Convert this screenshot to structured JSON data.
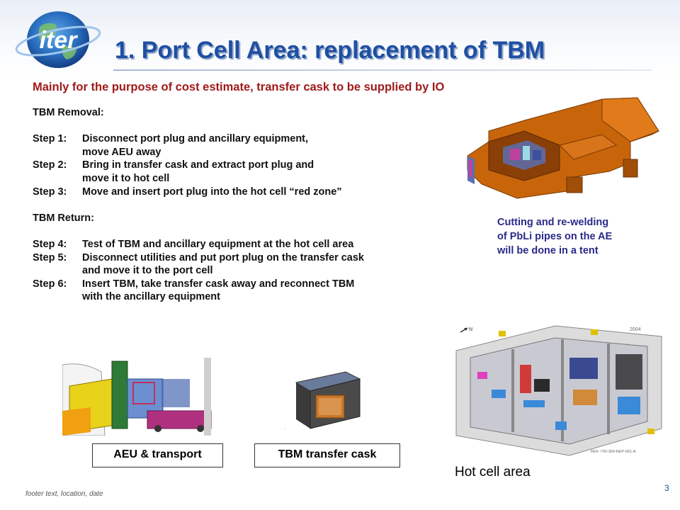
{
  "slide": {
    "title": "1. Port Cell Area: replacement of TBM",
    "subtitle": "Mainly for the purpose of cost estimate, transfer cask to be supplied by IO",
    "logo_text": "iter",
    "removal_heading": "TBM Removal:",
    "removal_steps": [
      {
        "num": "Step 1:",
        "lines": [
          "Disconnect port plug and ancillary equipment,",
          "move AEU away"
        ]
      },
      {
        "num": "Step 2:",
        "lines": [
          "Bring in transfer cask and extract port plug and",
          "move it to hot cell"
        ]
      },
      {
        "num": "Step 3:",
        "lines": [
          "Move and insert port plug into the hot cell “red zone”"
        ]
      }
    ],
    "return_heading": "TBM Return:",
    "return_steps": [
      {
        "num": "Step 4:",
        "lines": [
          "Test of TBM and ancillary equipment at the hot cell area"
        ]
      },
      {
        "num": "Step 5:",
        "lines": [
          "Disconnect utilities and put port plug on the transfer cask",
          "and move it to the port cell"
        ]
      },
      {
        "num": "Step 6:",
        "lines": [
          "Insert TBM, take transfer cask away and reconnect TBM",
          "with the ancillary equipment"
        ]
      }
    ],
    "caption_right": [
      "Cutting and re-welding",
      "of PbLi pipes on the AE",
      "will be done in a tent"
    ],
    "label_aeu": "AEU & transport",
    "label_cask": "TBM transfer cask",
    "label_hotcell": "Hot cell area",
    "hotcell_year": "2004",
    "hotcell_ref": "REF: ITR-300-REP-001-A",
    "hotcell_north": "N",
    "footer": "footer text, location, date",
    "page_number": "3"
  },
  "colors": {
    "title": "#1f4fa3",
    "subtitle": "#a01a1a",
    "caption": "#2a2a8a",
    "bunker_orange": "#c8640a"
  },
  "icons": [
    "iter-logo-globe",
    "north-arrow-icon"
  ]
}
